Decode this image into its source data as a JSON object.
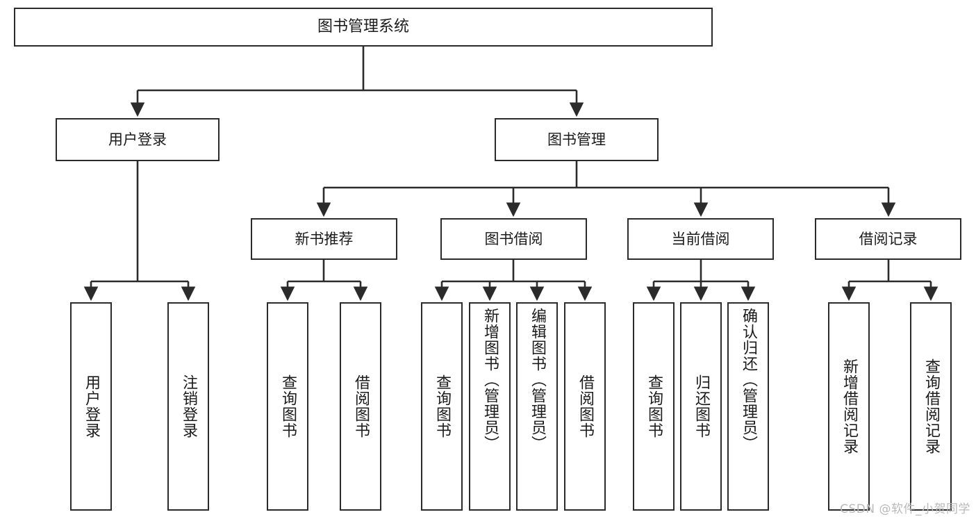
{
  "diagram": {
    "type": "tree",
    "title": "图书管理系统",
    "orientation": "top-down",
    "colors": {
      "background": "#ffffff",
      "box_border": "#2b2b2b",
      "connector": "#2b2b2b",
      "text": "#1b1b1b",
      "watermark": "#b9b9b9"
    },
    "root": {
      "label": "图书管理系统"
    },
    "level2": [
      {
        "label": "用户登录"
      },
      {
        "label": "图书管理"
      }
    ],
    "level3": [
      {
        "label": "新书推荐"
      },
      {
        "label": "图书借阅"
      },
      {
        "label": "当前借阅"
      },
      {
        "label": "借阅记录"
      }
    ],
    "leaves": {
      "user_login": [
        {
          "label": "用户登录"
        },
        {
          "label": "注销登录"
        }
      ],
      "new_book_recommend": [
        {
          "label": "查询图书"
        },
        {
          "label": "借阅图书"
        }
      ],
      "book_borrow": [
        {
          "label": "查询图书"
        },
        {
          "label": "新增图书（管理员）"
        },
        {
          "label": "编辑图书（管理员）"
        },
        {
          "label": "借阅图书"
        }
      ],
      "current_borrow": [
        {
          "label": "查询图书"
        },
        {
          "label": "归还图书"
        },
        {
          "label": "确认归还（管理员）"
        }
      ],
      "borrow_record": [
        {
          "label": "新增借阅记录"
        },
        {
          "label": "查询借阅记录"
        }
      ]
    }
  },
  "watermark": {
    "text": "CSDN @软件_小贺同学"
  }
}
